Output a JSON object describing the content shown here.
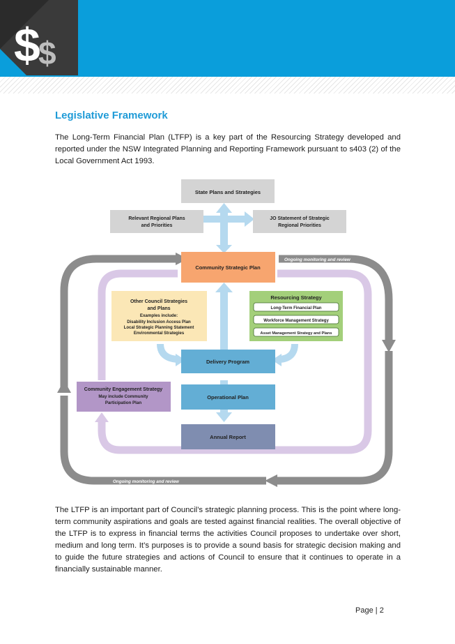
{
  "header": {
    "logo_icon": "dollar-sign-icon",
    "band_color": "#0a9edb"
  },
  "section": {
    "title": "Legislative Framework"
  },
  "paragraphs": {
    "intro": "The Long-Term Financial Plan (LTFP) is a key part of the Resourcing Strategy developed and reported under the NSW Integrated Planning and Reporting Framework pursuant to s403 (2) of the Local Government Act 1993.",
    "body": "The LTFP is an important part of Council’s strategic planning process. This is the point where long-term community aspirations and goals are tested against financial realities. The overall objective of the LTFP is to express in financial terms the activities Council proposes to undertake over short, medium and long term. It’s purposes is to provide a sound basis for strategic decision making and to guide the future strategies and actions of Council to ensure that it continues to operate in a financially sustainable manner."
  },
  "diagram": {
    "state_plans": "State Plans and Strategies",
    "regional_line1": "Relevant Regional Plans",
    "regional_line2": "and Priorities",
    "jo_line1": "JO Statement of Strategic",
    "jo_line2": "Regional Priorities",
    "csp": "Community Strategic Plan",
    "monitoring_top": "Ongoing monitoring and review",
    "monitoring_bottom": "Ongoing monitoring and review",
    "other_title1": "Other Council Strategies",
    "other_title2": "and Plans",
    "other_examples": "Examples include:",
    "other_items": [
      "Disability Inclusion Access Plan",
      "Local Strategic Planning Statement",
      "Environmental Strategies"
    ],
    "resourcing_title": "Resourcing Strategy",
    "resourcing_items": [
      "Long-Term Financial Plan",
      "Workforce Management Strategy",
      "Asset Management Strategy and Plans"
    ],
    "delivery": "Delivery Program",
    "operational": "Operational Plan",
    "annual": "Annual Report",
    "engagement_title": "Community Engagement Strategy",
    "engagement_sub1": "May include Community",
    "engagement_sub2": "Participation Plan",
    "colors": {
      "grey_box": "#d4d4d4",
      "csp": "#f7a56f",
      "other": "#fbe7b6",
      "resourcing": "#a3cf7a",
      "blue_box": "#63aed5",
      "annual": "#7f8db0",
      "engagement": "#b296c7",
      "loop_grey": "#8c8c8c",
      "loop_purple": "#d9c8e6",
      "arrow_blue": "#b5d9ef"
    }
  },
  "footer": {
    "page_label": "Page",
    "page_number": "2"
  }
}
